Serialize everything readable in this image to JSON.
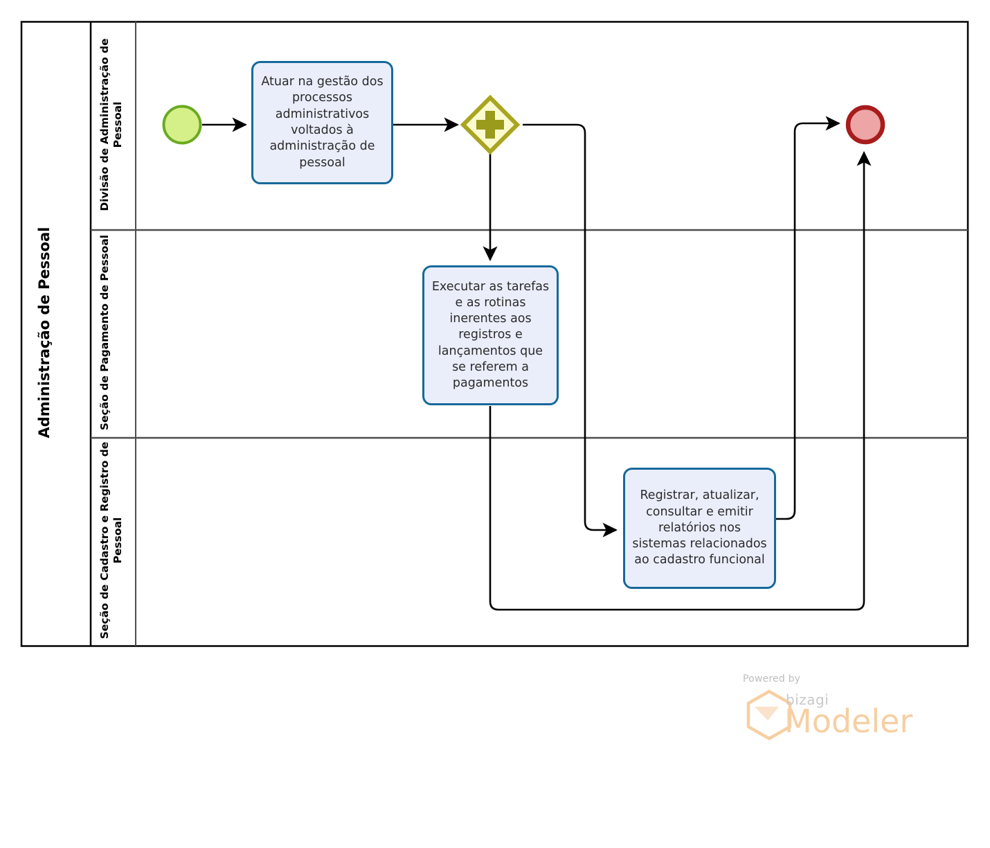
{
  "diagram": {
    "type": "bpmn-process-diagram",
    "pool": {
      "title": "Administração de Pessoal",
      "lanes": [
        {
          "id": "lane-admin",
          "title": "Divisão de Administração de Pessoal"
        },
        {
          "id": "lane-pagto",
          "title": "Seção de Pagamento de Pessoal"
        },
        {
          "id": "lane-cadastro",
          "title": "Seção de Cadastro e Registro de Pessoal"
        }
      ]
    },
    "events": [
      {
        "id": "start-event",
        "kind": "start-event",
        "lane": "lane-admin",
        "fill": "#d5ef89",
        "stroke": "#6aaa22"
      },
      {
        "id": "end-event",
        "kind": "end-event",
        "lane": "lane-admin",
        "fill": "#eda5a5",
        "stroke": "#a81c1c"
      }
    ],
    "gateways": [
      {
        "id": "parallel-gateway",
        "kind": "parallel-gateway",
        "symbol": "+",
        "lane": "lane-admin",
        "fill": "#fbfbcf",
        "stroke": "#a9a51f",
        "symbol_color": "#9a9a1c"
      }
    ],
    "tasks": [
      {
        "id": "task-gestao-processos",
        "lane": "lane-admin",
        "label": "Atuar na gestão dos processos administrativos voltados à administração de pessoal"
      },
      {
        "id": "task-pagamentos",
        "lane": "lane-pagto",
        "label": "Executar as tarefas e as rotinas inerentes aos registros e lançamentos  que se referem a pagamentos"
      },
      {
        "id": "task-cadastro",
        "lane": "lane-cadastro",
        "label": "Registrar, atualizar, consultar e emitir relatórios nos sistemas relacionados ao cadastro funcional"
      }
    ],
    "flows": [
      {
        "id": "flow-start-to-task0",
        "from": "start-event",
        "to": "task-gestao-processos"
      },
      {
        "id": "flow-task0-to-gateway",
        "from": "task-gestao-processos",
        "to": "parallel-gateway"
      },
      {
        "id": "flow-gateway-to-task1",
        "from": "parallel-gateway",
        "to": "task-pagamentos"
      },
      {
        "id": "flow-gateway-to-task2",
        "from": "parallel-gateway",
        "to": "task-cadastro"
      },
      {
        "id": "flow-task2-to-end",
        "from": "task-cadastro",
        "to": "end-event"
      },
      {
        "id": "flow-task1-to-end",
        "from": "task-pagamentos",
        "to": "end-event"
      }
    ],
    "colors": {
      "task_fill": "#eaeefb",
      "task_stroke": "#16699a",
      "pool_border": "#000000",
      "lane_border": "#4d4d4d",
      "connector": "#000000"
    }
  },
  "footer": {
    "powered_by": "Powered by",
    "brand": "bizagi",
    "product": "Modeler",
    "brand_color": "#f6cfa3"
  }
}
